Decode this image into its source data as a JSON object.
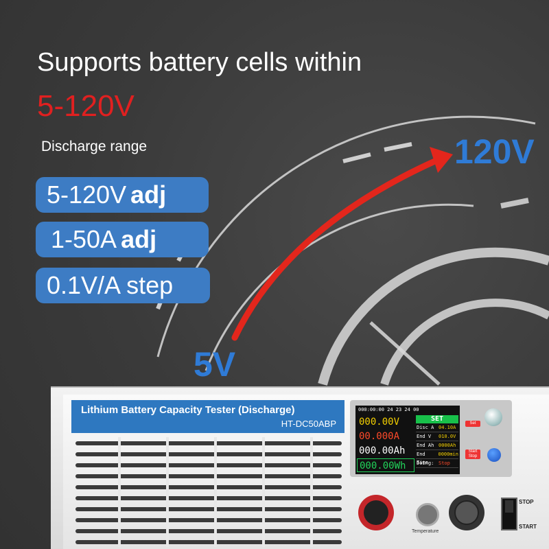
{
  "headline": "Supports battery cells within",
  "voltage_range": "5-120V",
  "discharge_range_label": "Discharge range",
  "specs": [
    {
      "value": "5-120V",
      "suffix": "adj"
    },
    {
      "value": "1-50A",
      "suffix": "adj"
    },
    {
      "value": "0.1V/A step",
      "suffix": ""
    }
  ],
  "arrow_labels": {
    "high": "120V",
    "low": "5V"
  },
  "device": {
    "title": "Lithium Battery Capacity Tester (Discharge)",
    "model": "HT-DC50ABP",
    "screen": {
      "status": "000:00:00  24  23  24  00",
      "readings": [
        "000.00V",
        "00.000A",
        "000.00Ah",
        "000.00Wh"
      ],
      "set_header": "SET",
      "settings": [
        {
          "label": "Disc A",
          "value": "04.10A"
        },
        {
          "label": "End V",
          "value": "010.0V"
        },
        {
          "label": "End Ah",
          "value": "0000Ah"
        },
        {
          "label": "End Time",
          "value": "0000min"
        },
        {
          "label": "Doing:",
          "value": "Stop"
        }
      ]
    },
    "buttons": {
      "set": "Set",
      "start_stop": "Start Stop"
    },
    "temperature_label": "Temperature",
    "switch_labels": {
      "stop": "STOP",
      "start": "START"
    }
  },
  "colors": {
    "accent_blue": "#3d7cc4",
    "range_red": "#e02020",
    "label_blue": "#2f7bd6",
    "arrow_red": "#e3261c"
  }
}
